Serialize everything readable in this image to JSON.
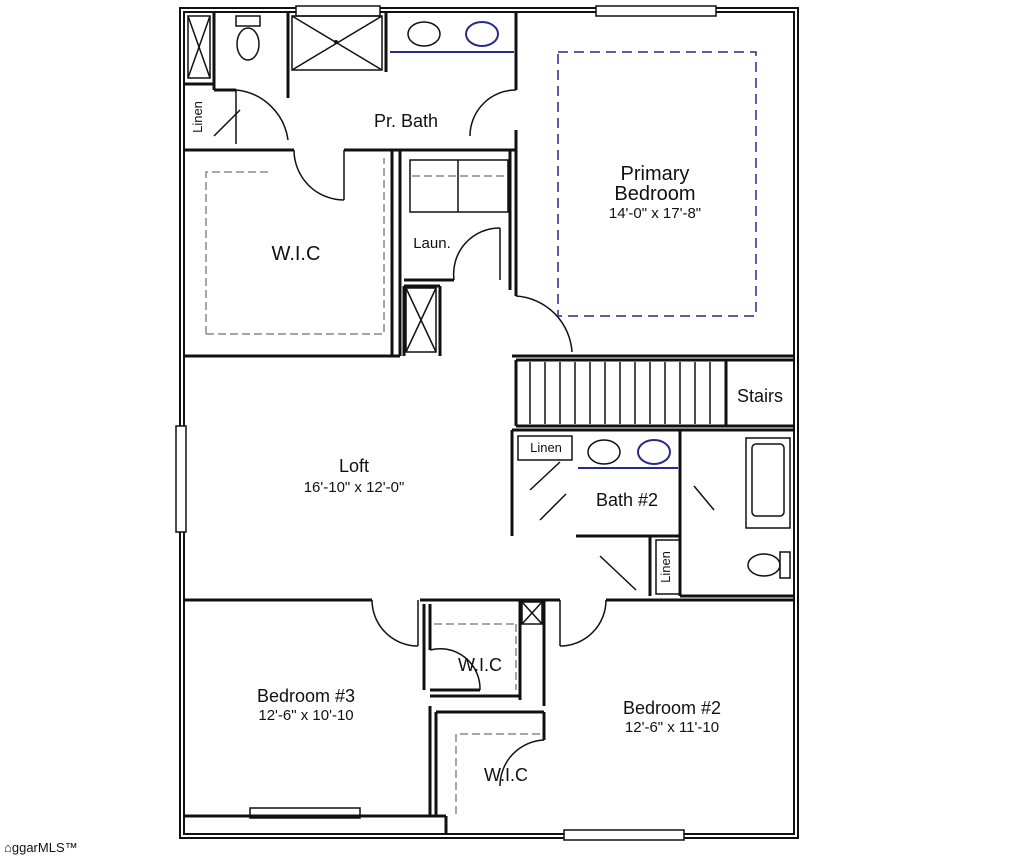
{
  "rooms": {
    "primary_bedroom": {
      "name_line1": "Primary",
      "name_line2": "Bedroom",
      "dimensions": "14'-0\" x 17'-8\""
    },
    "pr_bath": {
      "name": "Pr. Bath"
    },
    "linen_top": {
      "name": "Linen"
    },
    "wic_primary": {
      "name": "W.I.C"
    },
    "laundry": {
      "name": "Laun."
    },
    "stairs": {
      "name": "Stairs"
    },
    "loft": {
      "name": "Loft",
      "dimensions": "16'-10\" x 12'-0\""
    },
    "linen_bath2": {
      "name": "Linen"
    },
    "bath2": {
      "name": "Bath #2"
    },
    "linen_hall": {
      "name": "Linen"
    },
    "wic_bed3": {
      "name": "W.I.C"
    },
    "bedroom3": {
      "name": "Bedroom #3",
      "dimensions": "12'-6\" x 10'-10"
    },
    "bedroom2": {
      "name": "Bedroom #2",
      "dimensions": "12'-6\" x 11'-10"
    },
    "wic_bed2": {
      "name": "W.I.C"
    }
  },
  "watermark": {
    "text": "ggarMLS™"
  },
  "colors": {
    "wall": "#111111",
    "fixture_blue": "#2a2a8a",
    "dash_gray": "#888888"
  }
}
